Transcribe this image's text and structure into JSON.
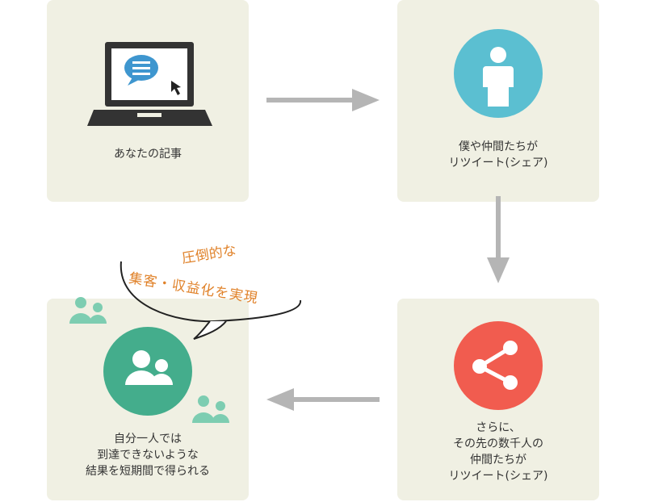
{
  "steps": [
    {
      "label": "あなたの記事",
      "icon": "laptop-chat-icon"
    },
    {
      "label": "僕や仲間たちが\nリツイート(シェア)",
      "icon": "person-icon",
      "circle_color": "#5bbfd1"
    },
    {
      "label": "さらに、\nその先の数千人の\n仲間たちが\nリツイート(シェア)",
      "icon": "share-icon",
      "circle_color": "#f15c4f"
    },
    {
      "label": "自分一人では\n到達できないような\n結果を短期間で得られる",
      "icon": "group-icon",
      "circle_color": "#44ad8c"
    }
  ],
  "callout": {
    "line1": "圧倒的な",
    "line2": "集客・収益化を実現"
  },
  "colors": {
    "card": "#f0f0e3",
    "arrow": "#b5b5b5",
    "callout_text": "#e0822a",
    "green_light": "#7dcdb1"
  }
}
